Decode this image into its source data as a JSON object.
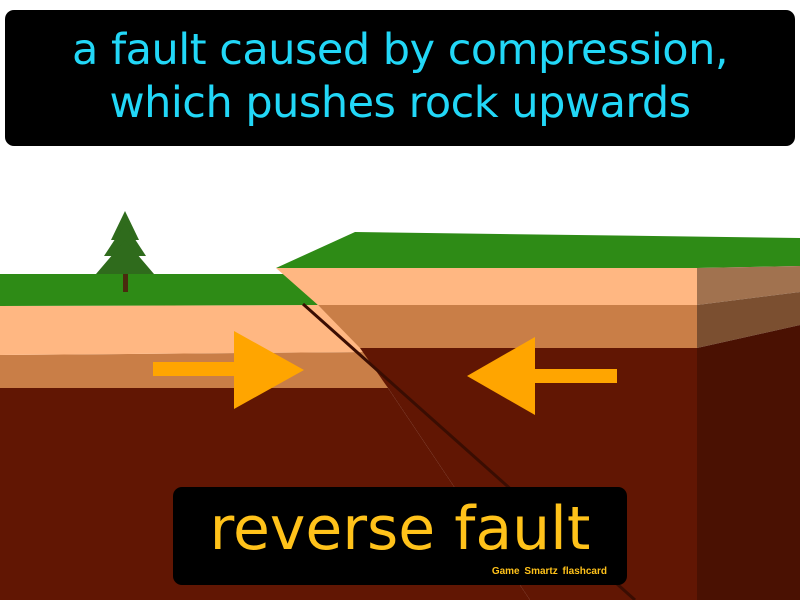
{
  "definition": {
    "lines": [
      "a fault caused by compression,",
      "which pushes rock upwards"
    ]
  },
  "term": "reverse fault",
  "credit": "Game Smartz flashcard",
  "diagram": {
    "icons": [
      "pine-tree-icon",
      "compression-arrow-right-icon",
      "compression-arrow-left-icon"
    ]
  },
  "colors": {
    "definition_text": "#22d7f7",
    "term_text": "#ffc21a",
    "grass": "#2e8b16",
    "light_rock": "#ffb782",
    "mid_rock": "#c97e47",
    "deep_rock": "#611603",
    "arrow": "#ffa500"
  }
}
